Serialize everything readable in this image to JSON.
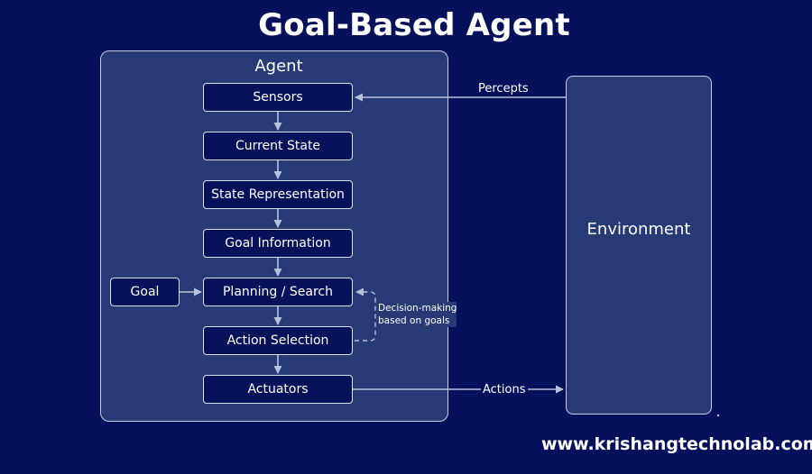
{
  "title": "Goal-Based Agent",
  "agent": {
    "label": "Agent",
    "steps": [
      "Sensors",
      "Current State",
      "State Representation",
      "Goal Information",
      "Planning / Search",
      "Action Selection",
      "Actuators"
    ],
    "goal": "Goal",
    "decision_note": [
      "Decision-making",
      "based on goals"
    ]
  },
  "environment": {
    "label": "Environment"
  },
  "edges": {
    "percepts": "Percepts",
    "actions": "Actions"
  },
  "footer": "www.krishangtechnolab.com",
  "colors": {
    "background": "#07105a",
    "panel": "#283a76",
    "box": "#08125a",
    "stroke": "#dde2f0",
    "arrow": "#b9c2dc"
  }
}
